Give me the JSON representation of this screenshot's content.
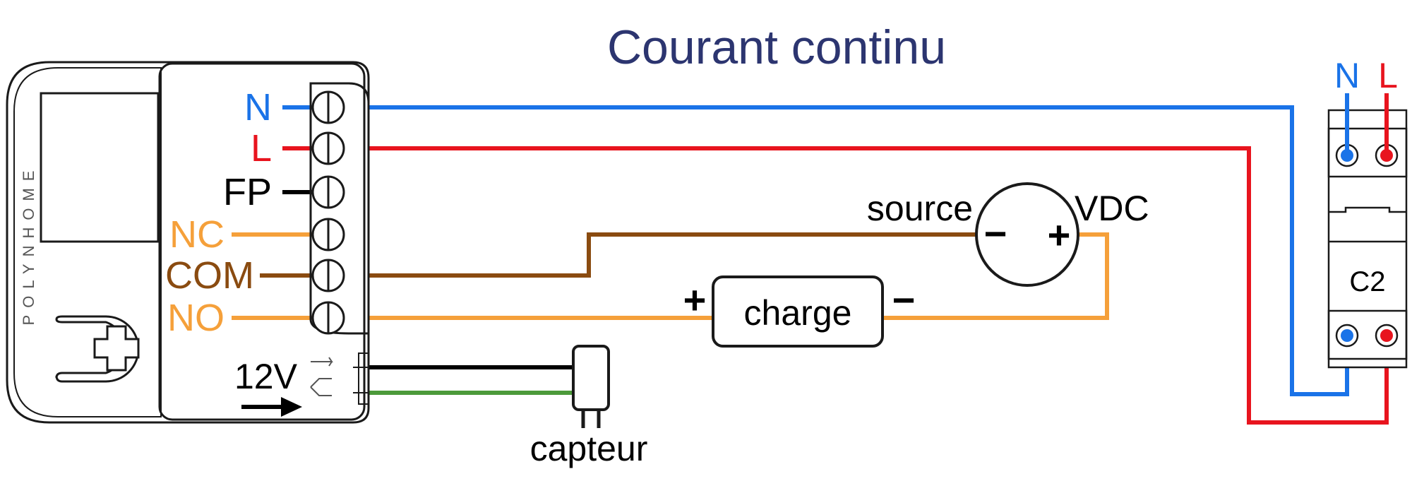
{
  "title": "Courant continu",
  "module": {
    "brand": "POLYNHOME",
    "terminals": [
      "N",
      "L",
      "FP",
      "NC",
      "COM",
      "NO"
    ],
    "sensor_voltage": "12V"
  },
  "breaker": {
    "label": "C2",
    "neutral": "N",
    "line": "L"
  },
  "dc_source": {
    "left_label": "source",
    "right_label": "VDC",
    "minus": "−",
    "plus": "+"
  },
  "load": {
    "label": "charge",
    "plus": "+",
    "minus": "−"
  },
  "sensor": {
    "label": "capteur"
  },
  "colors": {
    "neutral": "#1a73e8",
    "line": "#e8141e",
    "fp": "#000000",
    "nc_no": "#f5a03a",
    "com": "#8a4b10",
    "sensor_a": "#000000",
    "sensor_b": "#4c9a3a",
    "title": "#2c3570",
    "outline": "#1a1a1a"
  }
}
